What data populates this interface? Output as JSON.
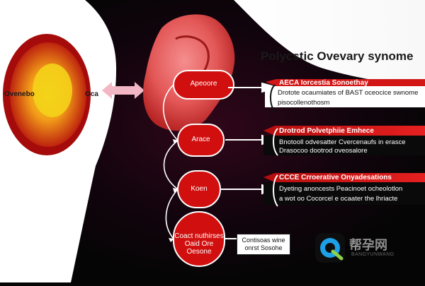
{
  "title": "Polycstic Ovevary synome",
  "left_labels": {
    "left": "Ovenebo",
    "right": "Oca"
  },
  "nodes": [
    {
      "label": "Apeoore"
    },
    {
      "label": "Arace"
    },
    {
      "label": "Koen"
    },
    {
      "lines": [
        "Coact nuthirses",
        "Oaid Ore",
        "Oesone"
      ]
    }
  ],
  "panels": [
    {
      "title": "AECA Iorcestia Sonoethay",
      "lines": [
        "Drotote ocaumiates of BAST oceocice swnome",
        "pisocollenothosm"
      ]
    },
    {
      "title": "Drotrod Polvetphiie Emhece",
      "lines": [
        "Bnotooll odvesatter Cvercenaufs in erasce",
        "Drasocoo dootrod oveosalore"
      ]
    },
    {
      "title": "CCCE Crroerative Onyadesations",
      "lines": [
        "Dyeting anoncests Peacinoet ocheolotlon",
        "a wot oo Cocorcel e ocaater the lhriacte"
      ]
    }
  ],
  "small_box": {
    "lines": [
      "Contisoas wine",
      "onrst Sosohe"
    ]
  },
  "watermark": {
    "brand": "帮孕网",
    "sub": "BANGYUNWANG"
  },
  "colors": {
    "red": "#c40f0f",
    "bright_red": "#e51d1d",
    "yellow": "#f5d315",
    "background": "#060606"
  }
}
